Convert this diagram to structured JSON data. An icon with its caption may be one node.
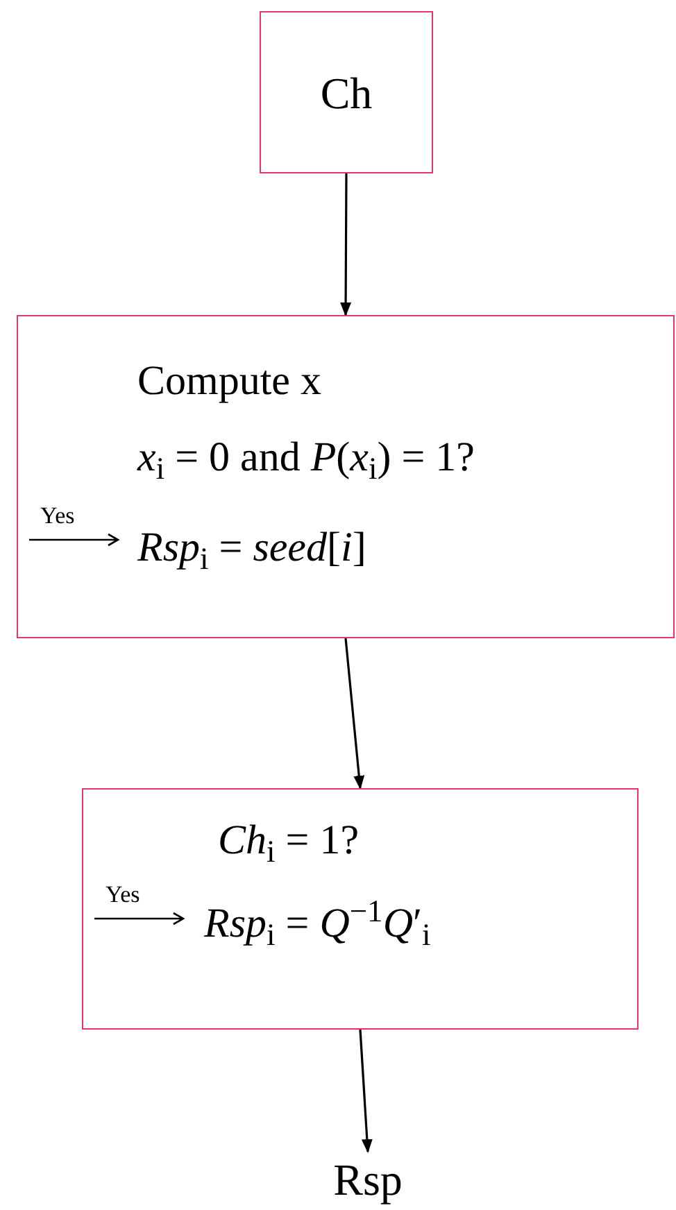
{
  "diagram": {
    "nodes": [
      {
        "text": [
          "Ch"
        ]
      },
      {
        "text": [
          "Compute x",
          "*x*$_{i}$ = 0 and *P*(*x*$_{i}$) = 1?",
          "Yes",
          "*Rsp*$_{i}$ = *seed*[*i*]"
        ]
      },
      {
        "text": [
          "*Ch*$_{i}$ = 1?",
          "Yes",
          "*Rsp*$_{i}$ = *Q*$^{−1}$*Q*′$_{i}$"
        ]
      },
      {
        "text": [
          "Rsp"
        ]
      }
    ],
    "edges": [
      {
        "from": 0,
        "to": 1,
        "arrow": "to"
      },
      {
        "from": 1,
        "to": 2,
        "arrow": "to"
      },
      {
        "from": 2,
        "to": 3,
        "arrow": "to"
      }
    ]
  }
}
